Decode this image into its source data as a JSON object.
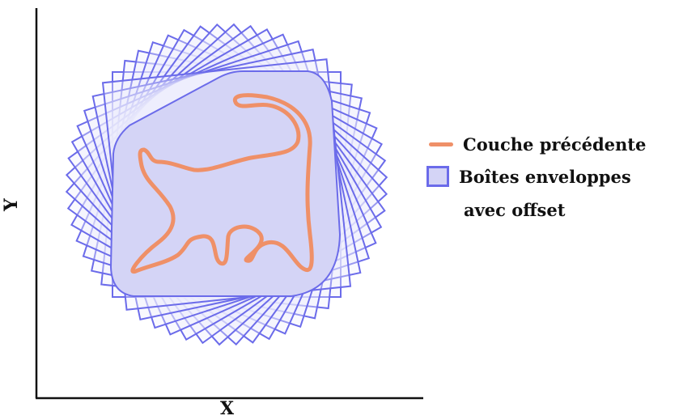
{
  "axes": {
    "xlabel": "X",
    "ylabel": "Y"
  },
  "legend": {
    "item1": "Couche précédente",
    "item2_line1": "Boîtes enveloppes",
    "item2_line2": "avec offset"
  },
  "colors": {
    "boxes_stroke": "#6b6bea",
    "boxes_fill": "#ededfb",
    "hull_fill": "#d4d4f6",
    "cat_stroke": "#ef9068",
    "axis": "#111111"
  },
  "diagram": {
    "box_rotations_deg": [
      0,
      6,
      12,
      18,
      24,
      30,
      36,
      42,
      48,
      54,
      60,
      66,
      72,
      78,
      84
    ]
  }
}
